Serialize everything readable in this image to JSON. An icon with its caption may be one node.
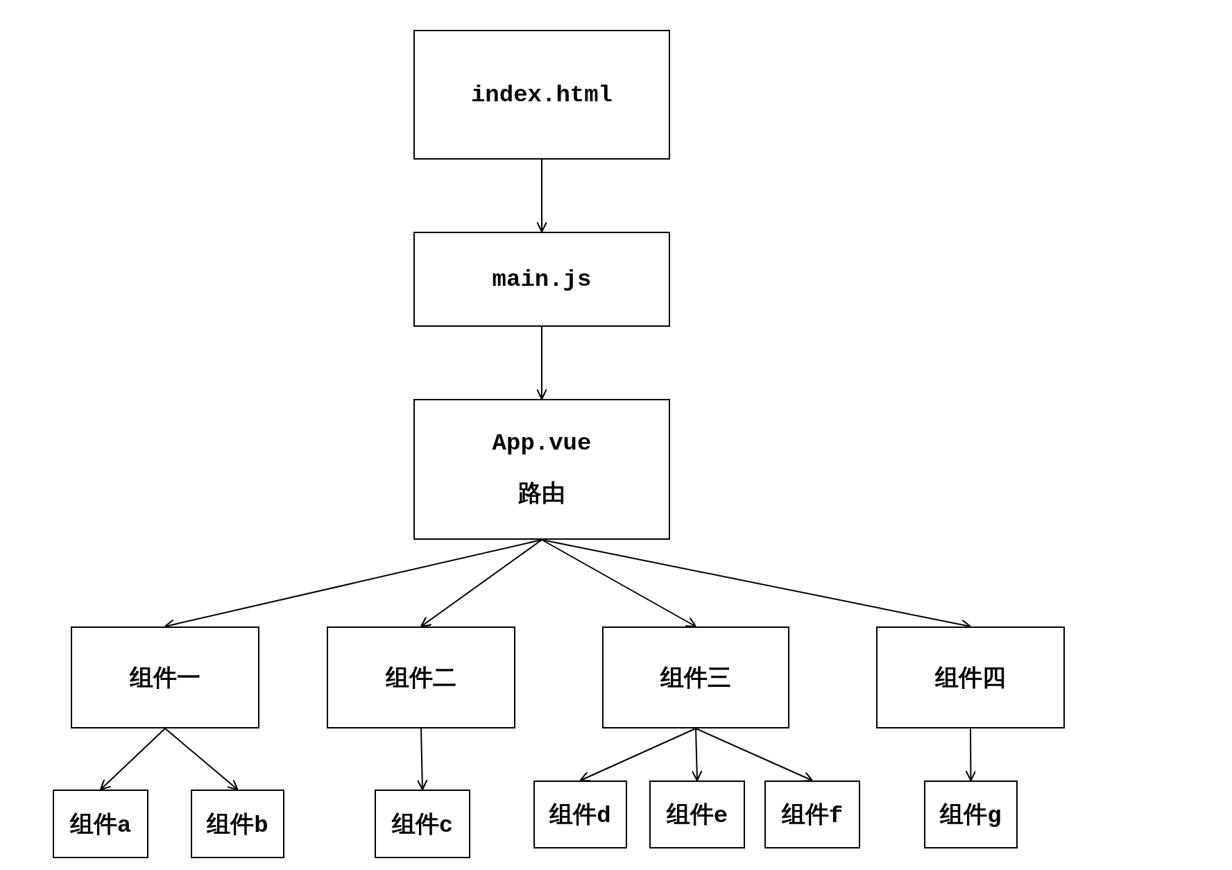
{
  "diagram": {
    "nodes": [
      {
        "text": [
          "index.html"
        ]
      },
      {
        "text": [
          "main.js"
        ]
      },
      {
        "text": [
          "App.vue",
          "路由"
        ]
      },
      {
        "text": [
          "组件一"
        ]
      },
      {
        "text": [
          "组件二"
        ]
      },
      {
        "text": [
          "组件三"
        ]
      },
      {
        "text": [
          "组件四"
        ]
      },
      {
        "text": [
          "组件a"
        ]
      },
      {
        "text": [
          "组件b"
        ]
      },
      {
        "text": [
          "组件c"
        ]
      },
      {
        "text": [
          "组件d"
        ]
      },
      {
        "text": [
          "组件e"
        ]
      },
      {
        "text": [
          "组件f"
        ]
      },
      {
        "text": [
          "组件g"
        ]
      }
    ],
    "edges": [
      {
        "from": 0,
        "to": 1,
        "arrow": "to"
      },
      {
        "from": 1,
        "to": 2,
        "arrow": "to"
      },
      {
        "from": 2,
        "to": 3,
        "arrow": "to"
      },
      {
        "from": 2,
        "to": 4,
        "arrow": "to"
      },
      {
        "from": 2,
        "to": 5,
        "arrow": "to"
      },
      {
        "from": 2,
        "to": 6,
        "arrow": "to"
      },
      {
        "from": 3,
        "to": 7,
        "arrow": "to"
      },
      {
        "from": 3,
        "to": 8,
        "arrow": "to"
      },
      {
        "from": 4,
        "to": 9,
        "arrow": "to"
      },
      {
        "from": 5,
        "to": 10,
        "arrow": "to"
      },
      {
        "from": 5,
        "to": 11,
        "arrow": "to"
      },
      {
        "from": 5,
        "to": 12,
        "arrow": "to"
      },
      {
        "from": 6,
        "to": 13,
        "arrow": "to"
      }
    ]
  }
}
